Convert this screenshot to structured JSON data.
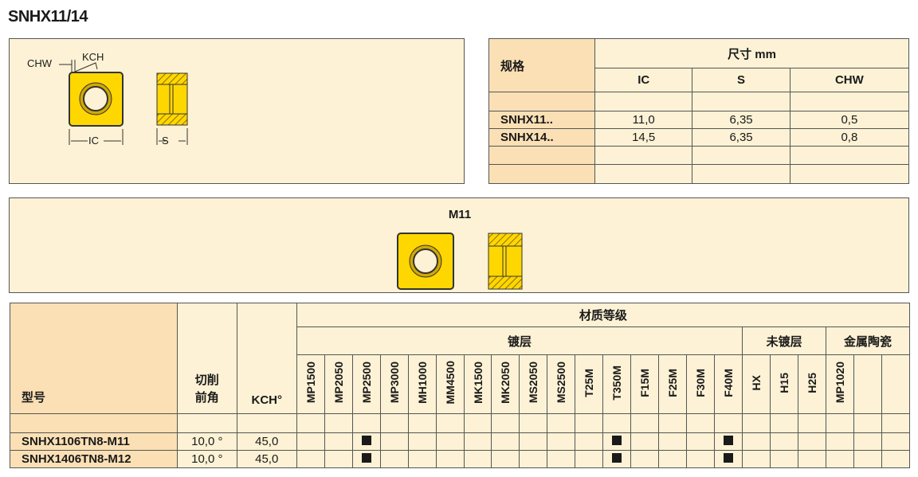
{
  "title": "SNHX11/14",
  "diagram": {
    "chw": "CHW",
    "kch": "KCH",
    "ic": "IC",
    "s": "S"
  },
  "dim_table": {
    "label_header": "规格",
    "group_header": "尺寸 mm",
    "cols": [
      "IC",
      "S",
      "CHW"
    ],
    "rows": [
      {
        "name": "",
        "values": [
          "",
          "",
          ""
        ]
      },
      {
        "name": "SNHX11..",
        "values": [
          "11,0",
          "6,35",
          "0,5"
        ]
      },
      {
        "name": "SNHX14..",
        "values": [
          "14,5",
          "6,35",
          "0,8"
        ]
      },
      {
        "name": "",
        "values": [
          "",
          "",
          ""
        ]
      },
      {
        "name": "",
        "values": [
          "",
          "",
          ""
        ]
      }
    ]
  },
  "chipbreaker": {
    "title": "M11"
  },
  "grade_table": {
    "model_header": "型号",
    "rake_header": [
      "切削",
      "前角"
    ],
    "kch_header": "KCH°",
    "material_header": "材质等级",
    "groups": [
      {
        "label": "镀层",
        "span": 16
      },
      {
        "label": "未镀层",
        "span": 3
      },
      {
        "label": "金属陶瓷",
        "span": 3
      }
    ],
    "grades": [
      "MP1500",
      "MP2050",
      "MP2500",
      "MP3000",
      "MH1000",
      "MM4500",
      "MK1500",
      "MK2050",
      "MS2050",
      "MS2500",
      "T25M",
      "T350M",
      "F15M",
      "F25M",
      "F30M",
      "F40M",
      "HX",
      "H15",
      "H25",
      "MP1020",
      "",
      ""
    ],
    "rows": [
      {
        "model": "SNHX1106TN8-M11",
        "rake": "10,0 °",
        "kch": "45,0",
        "available": [
          "MP2500",
          "T350M",
          "F40M"
        ]
      },
      {
        "model": "SNHX1406TN8-M12",
        "rake": "10,0 °",
        "kch": "45,0",
        "available": [
          "MP2500",
          "T350M",
          "F40M"
        ]
      }
    ]
  },
  "colors": {
    "panel": "#fdf2d5",
    "header": "#fbe0b5",
    "insert": "#ffd700"
  }
}
